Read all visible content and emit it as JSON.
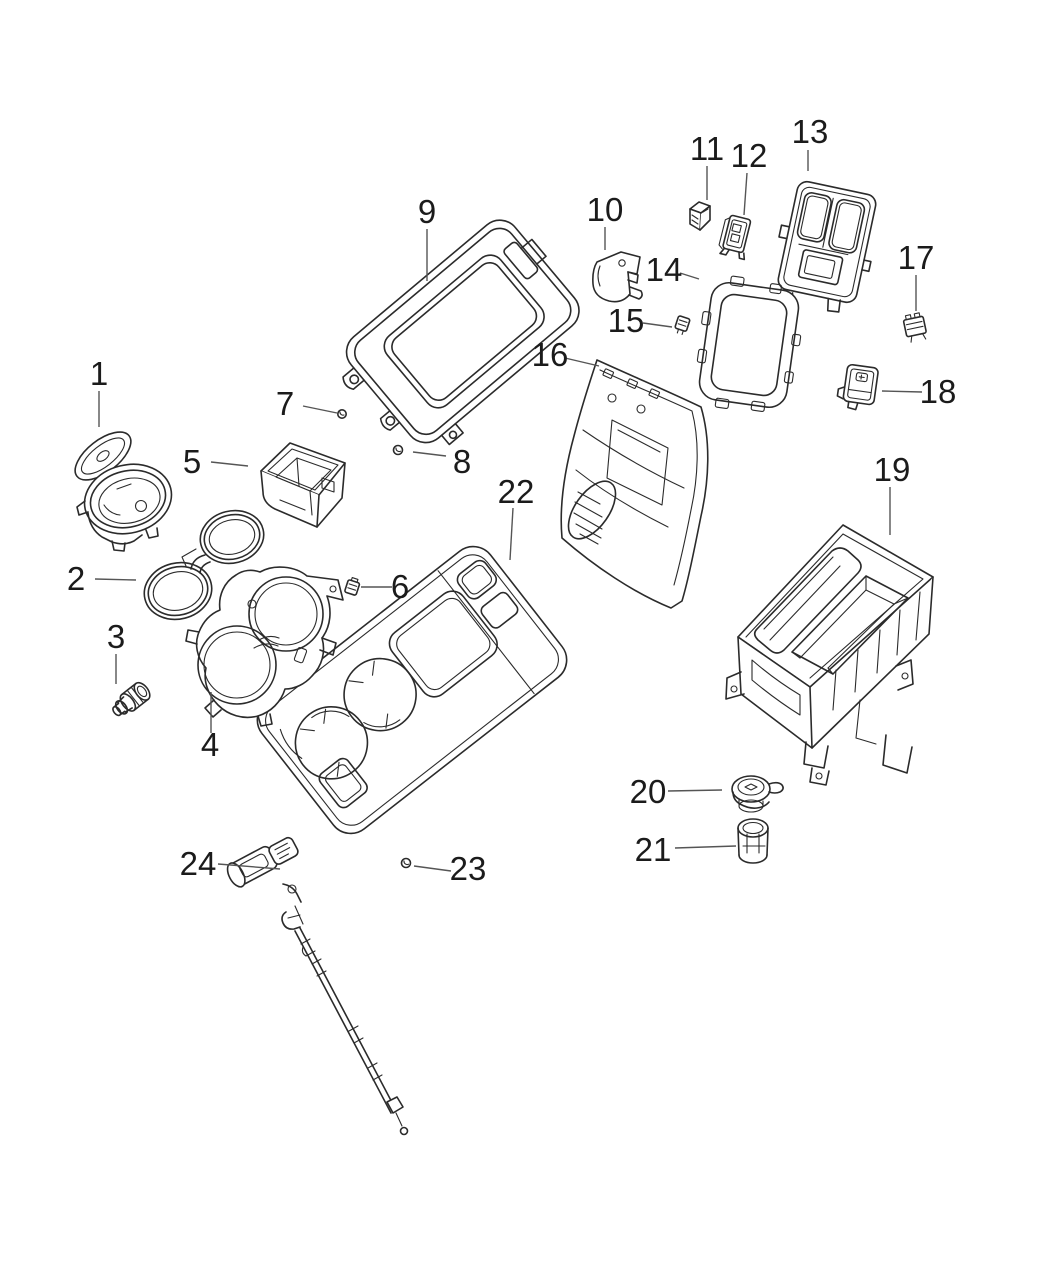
{
  "diagram": {
    "type": "exploded-parts-diagram",
    "subject": "vehicle floor console assembly",
    "background_color": "#ffffff",
    "ink_color": "#2b2b2b",
    "leader_color": "#555555",
    "label_color": "#1b1b1b",
    "callouts": [
      {
        "label": "1",
        "part": "cup-holder-retainer"
      },
      {
        "label": "2",
        "part": "cup-holder-liner-rings"
      },
      {
        "label": "3",
        "part": "plug-screw"
      },
      {
        "label": "4",
        "part": "cup-holder-housing"
      },
      {
        "label": "5",
        "part": "storage-bin-insert"
      },
      {
        "label": "6",
        "part": "retaining-clip"
      },
      {
        "label": "7",
        "part": "screw"
      },
      {
        "label": "8",
        "part": "screw"
      },
      {
        "label": "9",
        "part": "console-lid-base"
      },
      {
        "label": "10",
        "part": "latch-bracket"
      },
      {
        "label": "11",
        "part": "switch"
      },
      {
        "label": "12",
        "part": "power-outlet"
      },
      {
        "label": "13",
        "part": "rear-vent-bezel"
      },
      {
        "label": "14",
        "part": "seal-frame"
      },
      {
        "label": "15",
        "part": "retaining-clip"
      },
      {
        "label": "16",
        "part": "rear-trim-panel"
      },
      {
        "label": "17",
        "part": "connector-clip"
      },
      {
        "label": "18",
        "part": "usb-port-switch"
      },
      {
        "label": "19",
        "part": "storage-bin-housing"
      },
      {
        "label": "20",
        "part": "cap"
      },
      {
        "label": "21",
        "part": "bushing"
      },
      {
        "label": "22",
        "part": "console-top-panel"
      },
      {
        "label": "23",
        "part": "screw"
      },
      {
        "label": "24",
        "part": "shift-cable"
      }
    ]
  }
}
